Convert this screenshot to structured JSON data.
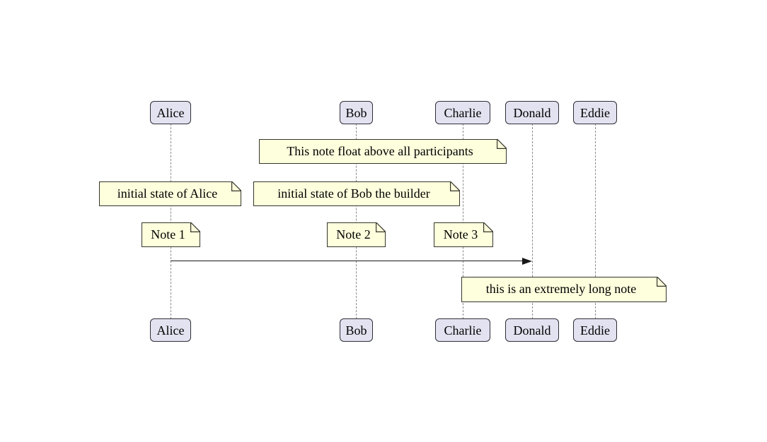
{
  "diagram": {
    "type": "sequence-diagram",
    "participants": [
      {
        "name": "Alice"
      },
      {
        "name": "Bob"
      },
      {
        "name": "Charlie"
      },
      {
        "name": "Donald"
      },
      {
        "name": "Eddie"
      }
    ],
    "notes": [
      {
        "text": "This note float above all participants",
        "position": "over Bob and Charlie"
      },
      {
        "text": "initial state of Alice",
        "position": "over Alice"
      },
      {
        "text": "initial state of Bob the builder",
        "position": "over Bob"
      },
      {
        "text": "Note 1",
        "position": "over Alice"
      },
      {
        "text": "Note 2",
        "position": "over Bob"
      },
      {
        "text": "Note 3",
        "position": "over Charlie"
      },
      {
        "text": "this is an extremely long note",
        "position": "over Charlie, Donald, Eddie"
      }
    ],
    "messages": [
      {
        "from": "Alice",
        "to": "Donald",
        "label": ""
      }
    ],
    "colors": {
      "participant_fill": "#E2E2F0",
      "participant_border": "#2e2e38",
      "note_fill": "#FEFFDD",
      "note_border": "#35352B",
      "lifeline": "#8a8a8a",
      "arrow": "#181818",
      "background": "#ffffff",
      "text": "#000000"
    }
  }
}
